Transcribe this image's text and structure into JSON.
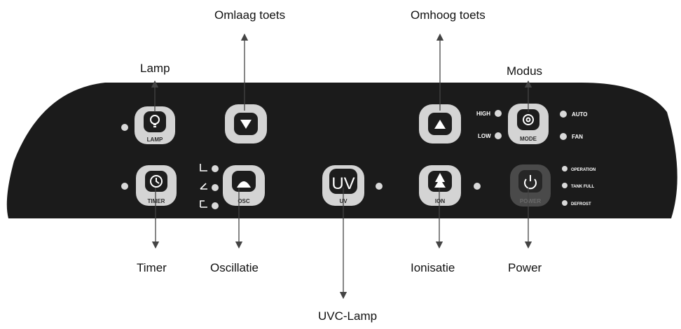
{
  "callouts": {
    "omlaag": "Omlaag toets",
    "omhoog": "Omhoog toets",
    "lamp": "Lamp",
    "modus": "Modus",
    "timer": "Timer",
    "oscillatie": "Oscillatie",
    "ionisatie": "Ionisatie",
    "power": "Power",
    "uvc": "UVC-Lamp"
  },
  "buttons": {
    "lamp": "LAMP",
    "timer": "TIMER",
    "osc": "OSC",
    "uv_big": "UV",
    "uv": "UV",
    "ion": "ION",
    "mode": "MODE",
    "power": "POWER"
  },
  "indicators": {
    "high": "HIGH",
    "low": "LOW",
    "auto": "AUTO",
    "fan": "FAN",
    "operation": "OPERATION",
    "tank_full": "TANK FULL",
    "defrost": "DEFROST"
  },
  "colors": {
    "panel": "#1b1b1b",
    "button_ring": "#d4d4d4",
    "button_face": "#1d1d1d",
    "power_ring": "#4a4a4a",
    "led": "#d9d9d9",
    "arrow": "#444444"
  }
}
